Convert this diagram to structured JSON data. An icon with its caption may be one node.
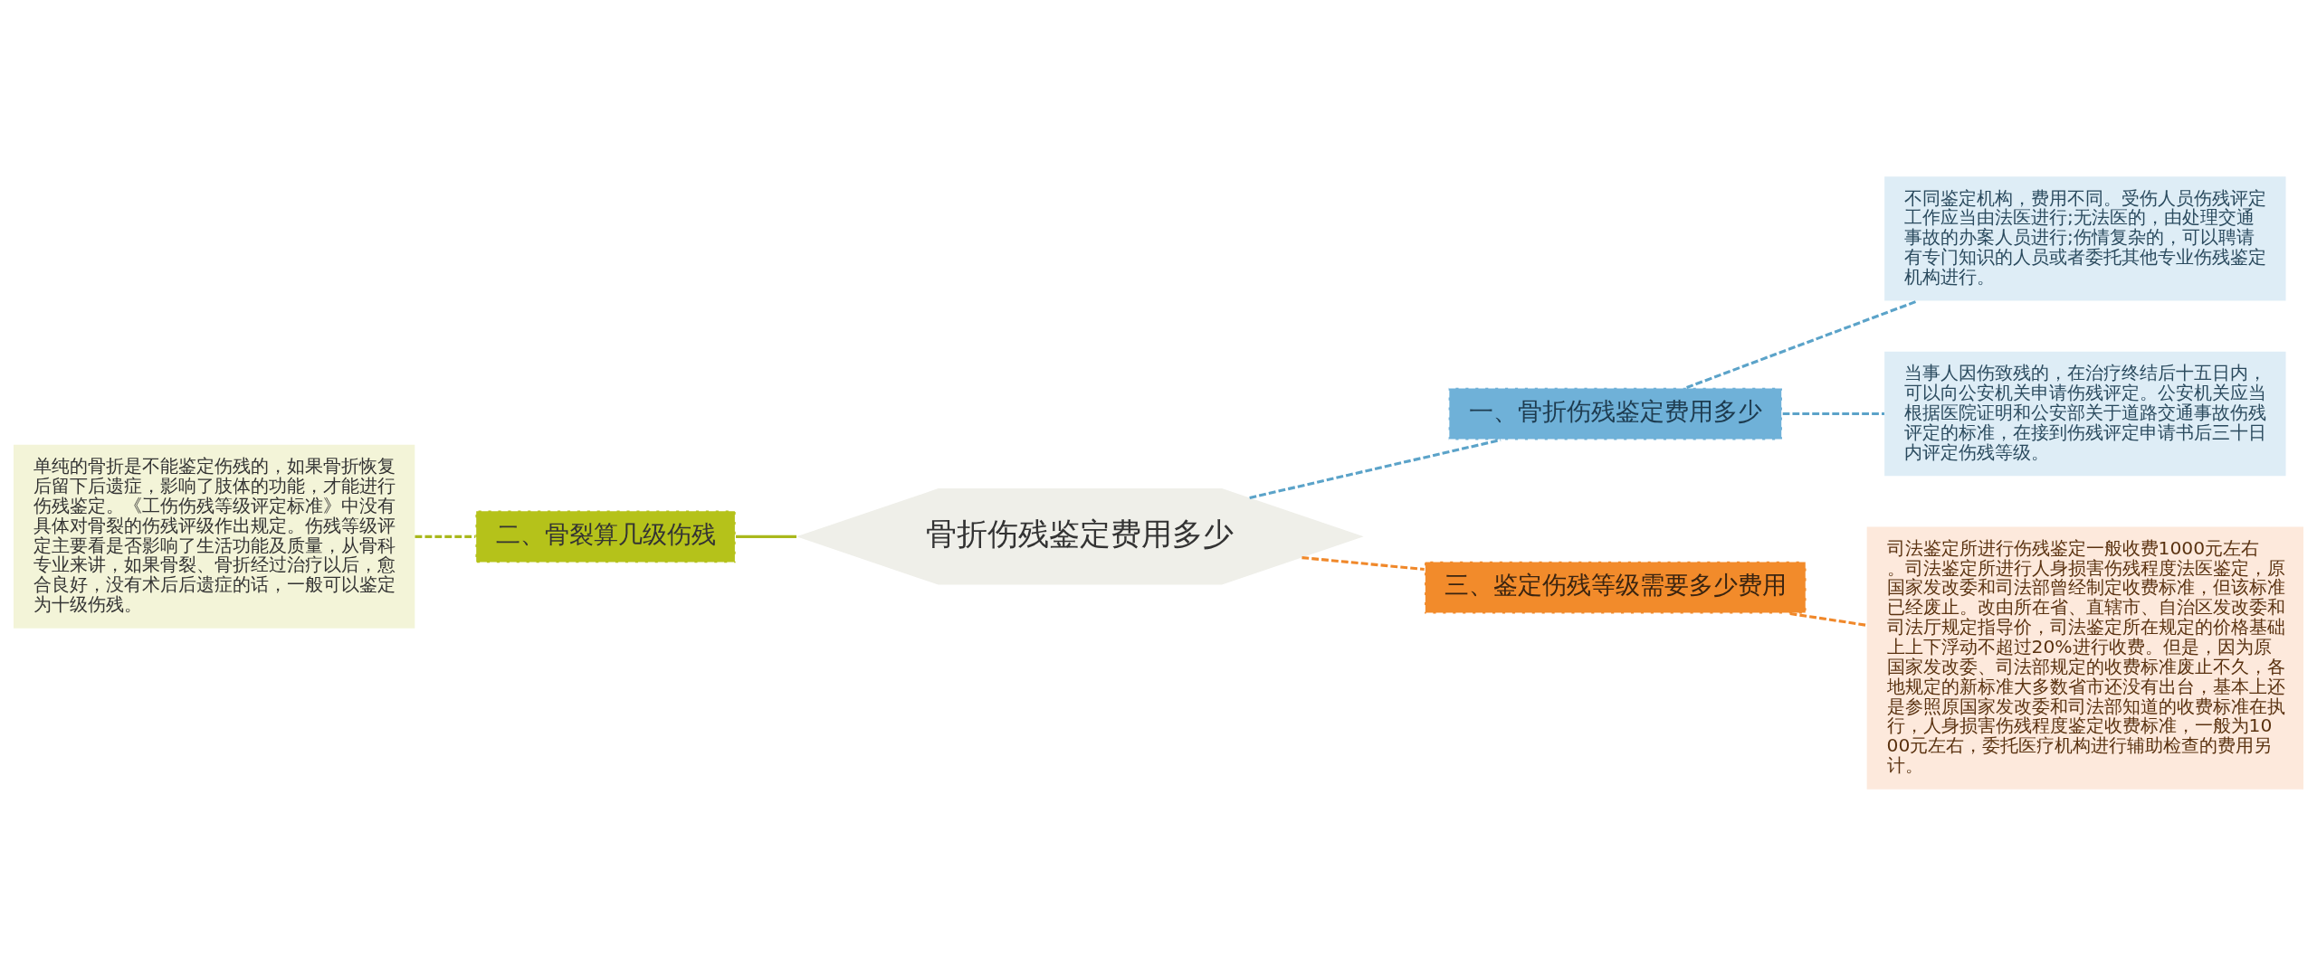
{
  "diagram": {
    "nodes": [
      {
        "text": [
          "骨折伤残鉴定费用多少"
        ]
      },
      {
        "text": [
          "一、骨折伤残鉴定费用多少"
        ]
      },
      {
        "text": [
          "不同鉴定机构，费用不同。受伤人员伤残评定工作应当由法医进行;无法医的，由处理交通事故的办案人员进行;伤情复杂的，可以聘请有专门知识的人员或者委托其他专业伤残鉴定机构进行。"
        ]
      },
      {
        "text": [
          "当事人因伤致残的，在治疗终结后十五日内，可以向公安机关申请伤残评定。公安机关应当根据医院证明和公安部关于道路交通事故伤残评定的标准，在接到伤残评定申请书后三十日内评定伤残等级。"
        ]
      },
      {
        "text": [
          "二、骨裂算几级伤残"
        ]
      },
      {
        "text": [
          "单纯的骨折是不能鉴定伤残的，如果骨折恢复后留下后遗症，影响了肢体的功能，才能进行伤残鉴定。《工伤伤残等级评定标准》中没有具体对骨裂的伤残评级作出规定。伤残等级评定主要看是否影响了生活功能及质量，从骨科专业来讲，如果骨裂、骨折经过治疗以后，愈合良好，没有术后后遗症的话，一般可以鉴定为十级伤残。"
        ]
      },
      {
        "text": [
          "三、鉴定伤残等级需要多少费用"
        ]
      },
      {
        "text": [
          "司法鉴定所进行伤残鉴定一般收费1000元左右。司法鉴定所进行人身损害伤残程度法医鉴定，原国家发改委和司法部曾经制定收费标准，但该标准已经废止。改由所在省、直辖市、自治区发改委和司法厅规定指导价，司法鉴定所在规定的价格基础上上下浮动不超过20%进行收费。但是，因为原国家发改委、司法部规定的收费标准废止不久，各地规定的新标准大多数省市还没有出台，基本上还是参照原国家发改委和司法部知道的收费标准在执行，人身损害伤残程度鉴定收费标准，一般为1000元左右，委托医疗机构进行辅助检查的费用另计。"
        ]
      }
    ],
    "edges": [
      {
        "from": 0,
        "to": 1,
        "arrow": "none",
        "style": "dashed",
        "color": "#5ba3c9"
      },
      {
        "from": 1,
        "to": 2,
        "arrow": "none",
        "style": "dashed",
        "color": "#5ba3c9"
      },
      {
        "from": 1,
        "to": 3,
        "arrow": "none",
        "style": "dashed",
        "color": "#5ba3c9"
      },
      {
        "from": 4,
        "to": 0,
        "arrow": "none",
        "color": "#a9b81c"
      },
      {
        "from": 5,
        "to": 4,
        "arrow": "none",
        "style": "dashed",
        "color": "#a9b81c"
      },
      {
        "from": 0,
        "to": 6,
        "arrow": "none",
        "style": "dashed",
        "color": "#f0882a"
      },
      {
        "from": 6,
        "to": 7,
        "arrow": "none",
        "style": "dashed",
        "color": "#f0882a"
      }
    ]
  }
}
